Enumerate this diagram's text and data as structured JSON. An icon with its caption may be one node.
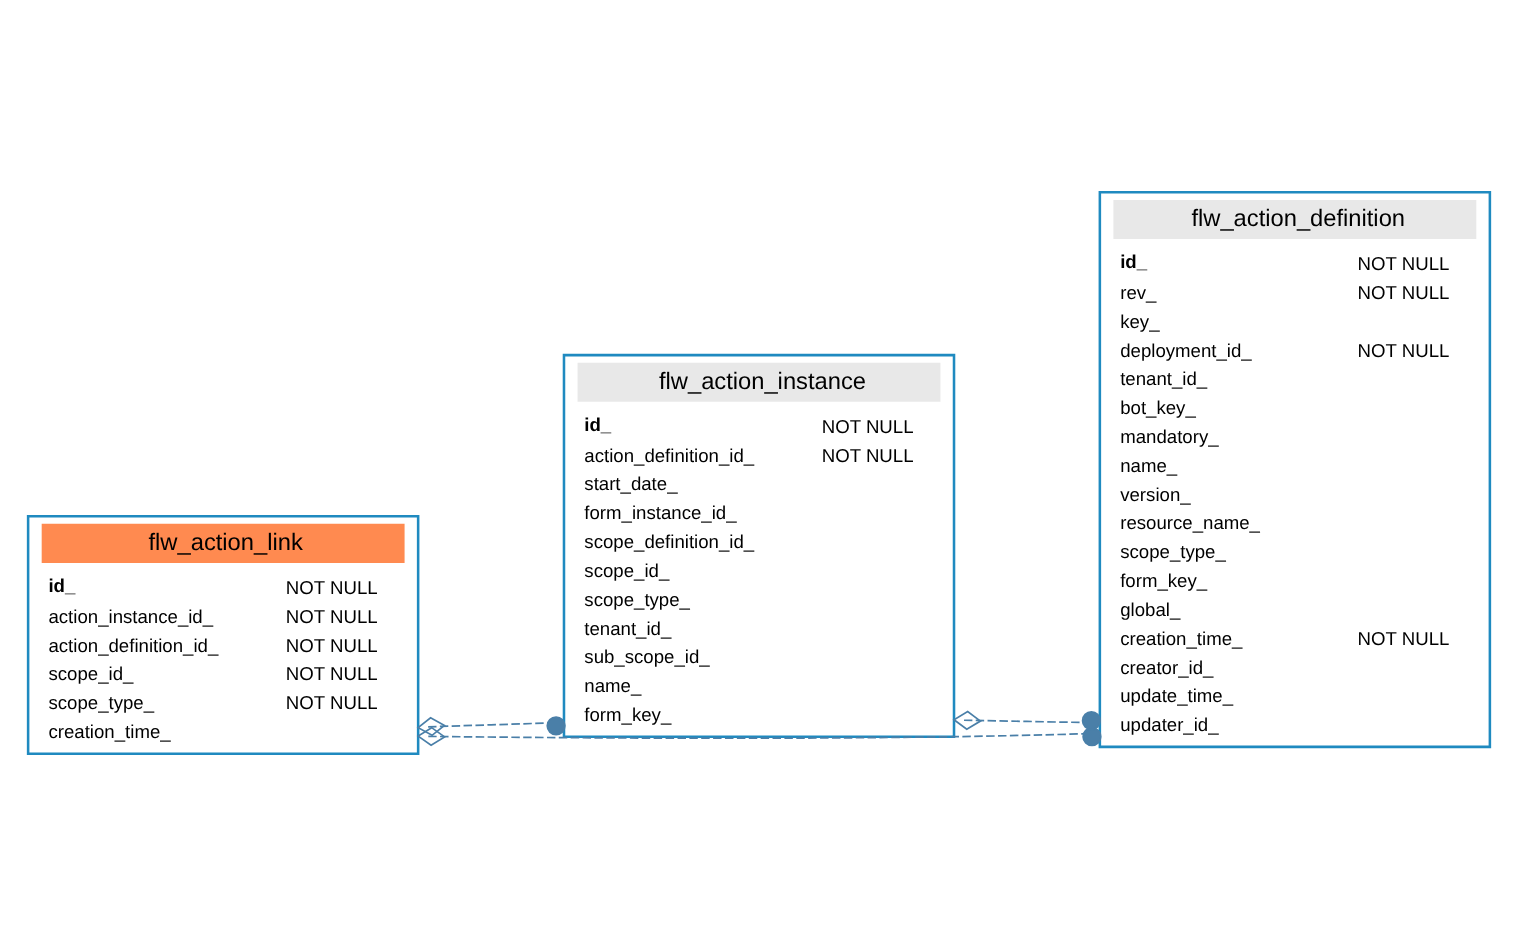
{
  "diagram": {
    "nodes": [
      {
        "text": [
          "flw_action_link"
        ]
      },
      {
        "text": [
          "id_",
          "NOT NULL"
        ],
        "in": 0
      },
      {
        "text": [
          "action_instance_id_",
          "NOT NULL"
        ],
        "in": 0
      },
      {
        "text": [
          "action_definition_id_",
          "NOT NULL"
        ],
        "in": 0
      },
      {
        "text": [
          "scope_id_",
          "NOT NULL"
        ],
        "in": 0
      },
      {
        "text": [
          "scope_type_",
          "NOT NULL"
        ],
        "in": 0
      },
      {
        "text": [
          "creation_time_"
        ],
        "in": 0
      },
      {
        "text": [
          "flw_action_instance"
        ]
      },
      {
        "text": [
          "id_",
          "NOT NULL"
        ],
        "in": 7
      },
      {
        "text": [
          "action_definition_id_",
          "NOT NULL"
        ],
        "in": 7
      },
      {
        "text": [
          "start_date_"
        ],
        "in": 7
      },
      {
        "text": [
          "form_instance_id_"
        ],
        "in": 7
      },
      {
        "text": [
          "scope_definition_id_"
        ],
        "in": 7
      },
      {
        "text": [
          "scope_id_"
        ],
        "in": 7
      },
      {
        "text": [
          "scope_type_"
        ],
        "in": 7
      },
      {
        "text": [
          "tenant_id_"
        ],
        "in": 7
      },
      {
        "text": [
          "sub_scope_id_"
        ],
        "in": 7
      },
      {
        "text": [
          "name_"
        ],
        "in": 7
      },
      {
        "text": [
          "form_key_"
        ],
        "in": 7
      },
      {
        "text": [
          "flw_action_definition"
        ]
      },
      {
        "text": [
          "id_",
          "NOT NULL"
        ],
        "in": 19
      },
      {
        "text": [
          "rev_",
          "NOT NULL"
        ],
        "in": 19
      },
      {
        "text": [
          "key_"
        ],
        "in": 19
      },
      {
        "text": [
          "deployment_id_",
          "NOT NULL"
        ],
        "in": 19
      },
      {
        "text": [
          "tenant_id_"
        ],
        "in": 19
      },
      {
        "text": [
          "bot_key_"
        ],
        "in": 19
      },
      {
        "text": [
          "mandatory_"
        ],
        "in": 19
      },
      {
        "text": [
          "name_"
        ],
        "in": 19
      },
      {
        "text": [
          "version_"
        ],
        "in": 19
      },
      {
        "text": [
          "resource_name_"
        ],
        "in": 19
      },
      {
        "text": [
          "scope_type_"
        ],
        "in": 19
      },
      {
        "text": [
          "form_key_"
        ],
        "in": 19
      },
      {
        "text": [
          "global_"
        ],
        "in": 19
      },
      {
        "text": [
          "creation_time_",
          "NOT NULL"
        ],
        "in": 19
      },
      {
        "text": [
          "creator_id_"
        ],
        "in": 19
      },
      {
        "text": [
          "update_time_"
        ],
        "in": 19
      },
      {
        "text": [
          "updater_id_"
        ],
        "in": 19
      }
    ],
    "edges": [
      {
        "from": 0,
        "to": 7,
        "arrow": "other",
        "style": "dashed"
      },
      {
        "from": 7,
        "to": 19,
        "arrow": "other",
        "style": "dashed"
      },
      {
        "from": 0,
        "to": 19,
        "arrow": "other",
        "style": "dashed"
      }
    ]
  }
}
